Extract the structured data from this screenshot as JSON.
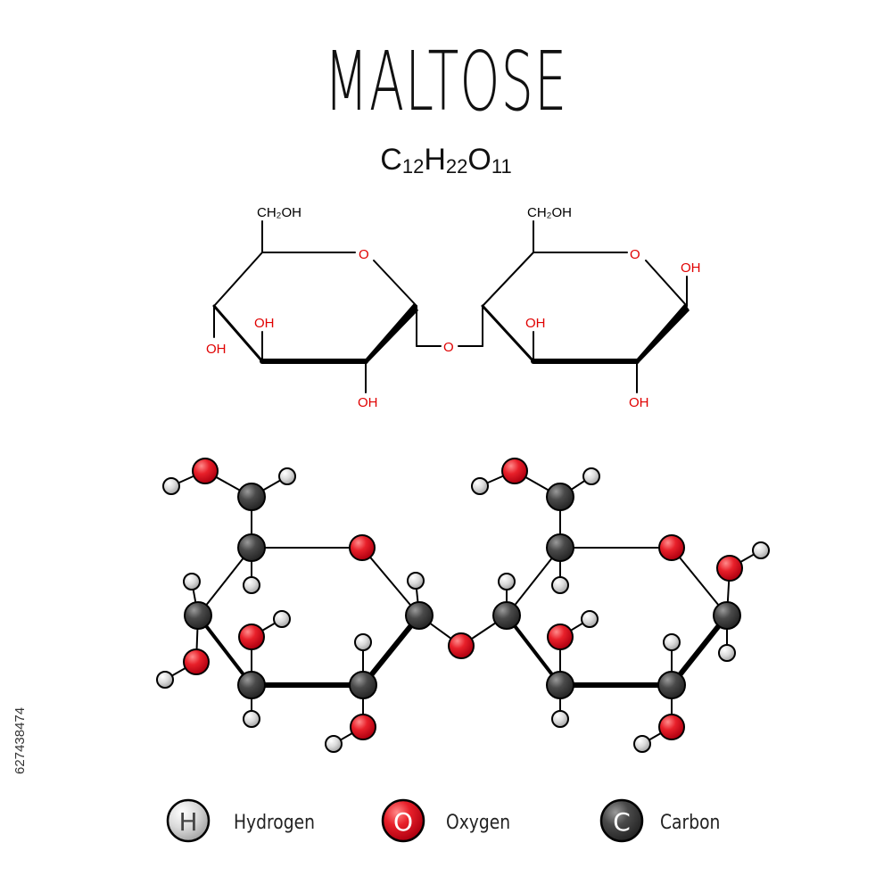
{
  "title": "MALTOSE",
  "formula": {
    "c": "C",
    "c_n": "12",
    "h": "H",
    "h_n": "22",
    "o": "O",
    "o_n": "11"
  },
  "structure_labels": {
    "ch2oh_left": "CH₂OH",
    "ch2oh_right": "CH₂OH",
    "ring_o_left": "O",
    "ring_o_right": "O",
    "bridge_o": "O",
    "oh": "OH"
  },
  "legend": [
    {
      "letter": "H",
      "label": "Hydrogen",
      "color": "#d9d9d9"
    },
    {
      "letter": "O",
      "label": "Oxygen",
      "color": "#e8202a"
    },
    {
      "letter": "C",
      "label": "Carbon",
      "color": "#3d3d3d"
    }
  ],
  "watermark_id": "627438474",
  "colors": {
    "oxygen_label": "#e00000",
    "bond": "#000000"
  }
}
